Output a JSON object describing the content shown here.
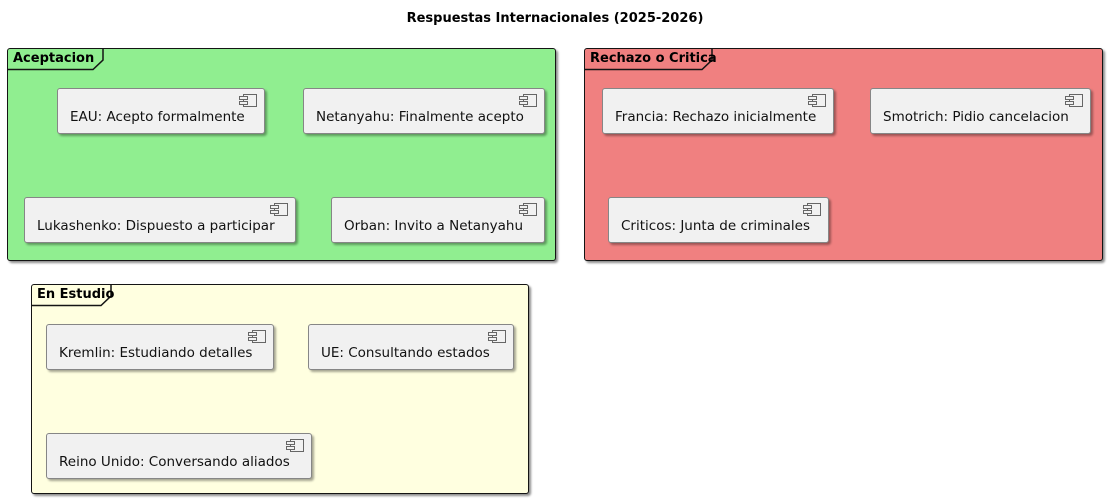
{
  "title": "Respuestas Internacionales (2025-2026)",
  "groups": [
    {
      "name": "Aceptacion",
      "color": "#90EE90",
      "items": [
        {
          "label": "EAU: Acepto formalmente"
        },
        {
          "label": "Netanyahu: Finalmente acepto"
        },
        {
          "label": "Lukashenko: Dispuesto a participar"
        },
        {
          "label": "Orban: Invito a Netanyahu"
        }
      ]
    },
    {
      "name": "Rechazo o Critica",
      "color": "#F08080",
      "items": [
        {
          "label": "Francia: Rechazo inicialmente"
        },
        {
          "label": "Smotrich: Pidio cancelacion"
        },
        {
          "label": "Criticos: Junta de criminales"
        }
      ]
    },
    {
      "name": "En Estudio",
      "color": "#FFFFE0",
      "items": [
        {
          "label": "Kremlin: Estudiando detalles"
        },
        {
          "label": "UE: Consultando estados"
        },
        {
          "label": "Reino Unido: Conversando aliados"
        }
      ]
    }
  ],
  "colors": {
    "component_bg": "#F1F1F1",
    "component_border": "#868686",
    "group_border": "#141414",
    "text": "#111111"
  }
}
